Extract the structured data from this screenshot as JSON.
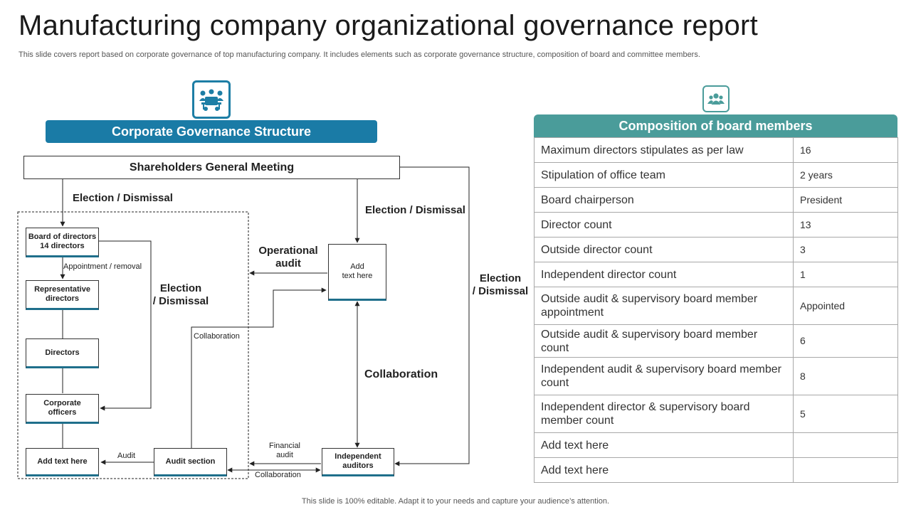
{
  "title": "Manufacturing company organizational governance report",
  "subtitle": "This slide covers report based on corporate governance of top manufacturing company. It includes elements such as corporate governance structure, composition of board and committee members.",
  "footer": "This slide is 100% editable. Adapt it to your needs and capture your audience’s attention.",
  "left_panel": {
    "icon": "meeting-icon",
    "heading": "Corporate Governance Structure",
    "diagram": {
      "shareholders": "Shareholders General Meeting",
      "board_line1": "Board of directors",
      "board_line2": "14 directors",
      "representative_line1": "Representative",
      "representative_line2": "directors",
      "directors": "Directors",
      "officers_line1": "Corporate",
      "officers_line2": "officers",
      "add_text_bottom": "Add text here",
      "audit_section": "Audit section",
      "add_text_center_line1": "Add",
      "add_text_center_line2": "text here",
      "independent_line1": "Independent",
      "independent_line2": "auditors",
      "labels": {
        "election_dismissal_top": "Election / Dismissal",
        "election_dismissal_mid": "Election / Dismissal",
        "election_right_line1": "Election",
        "election_right_line2": "/ Dismissal",
        "election_left_line1": "Election",
        "election_left_line2": "/ Dismissal",
        "appointment_removal": "Appointment / removal",
        "operational_line1": "Operational",
        "operational_line2": "audit",
        "collaboration_small": "Collaboration",
        "collaboration_big": "Collaboration",
        "audit": "Audit",
        "financial_line1": "Financial",
        "financial_line2": "audit",
        "collaboration_bottom": "Collaboration"
      }
    }
  },
  "right_panel": {
    "icon": "users-icon",
    "heading": "Composition of board members",
    "rows": [
      {
        "label": "Maximum directors stipulates as per law",
        "value": "16"
      },
      {
        "label": "Stipulation of office team",
        "value": "2 years"
      },
      {
        "label": "Board chairperson",
        "value": "President"
      },
      {
        "label": "Director count",
        "value": "13"
      },
      {
        "label": "Outside director count",
        "value": "3"
      },
      {
        "label": "Independent  director count",
        "value": "1"
      },
      {
        "label": "Outside audit & supervisory board member appointment",
        "value": "Appointed"
      },
      {
        "label": "Outside audit & supervisory board member count",
        "value": "6"
      },
      {
        "label": "Independent  audit & supervisory board member count",
        "value": "8"
      },
      {
        "label": "Independent  director & supervisory board member count",
        "value": "5"
      },
      {
        "label": "Add text here",
        "value": ""
      },
      {
        "label": "Add text here",
        "value": ""
      }
    ]
  },
  "colors": {
    "blue": "#1a7ba6",
    "teal": "#4a9c9a",
    "box_underline": "#1f6f8b"
  }
}
